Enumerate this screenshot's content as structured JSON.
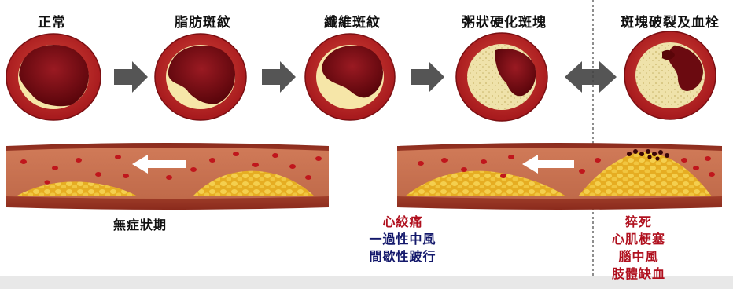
{
  "stages": [
    "正常",
    "脂肪斑紋",
    "纖維斑紋",
    "粥狀硬化斑塊",
    "斑塊破裂及血栓"
  ],
  "outcomes": {
    "asymptomatic": "無症狀期",
    "angina": "心絞痛",
    "tia": "一過性中風",
    "claudication": "間歇性跛行",
    "sudden_death": "猝死",
    "mi": "心肌梗塞",
    "stroke": "腦中風",
    "limb_ischemia": "肢體缺血"
  },
  "colors": {
    "outer_wall": "#b51f24",
    "lumen": "#7e0d14",
    "plaque": "#ecdca0",
    "fat": "#e9b42a",
    "arrow": "#555555",
    "outcome_red": "#b0101e",
    "outcome_blue": "#13186b"
  }
}
